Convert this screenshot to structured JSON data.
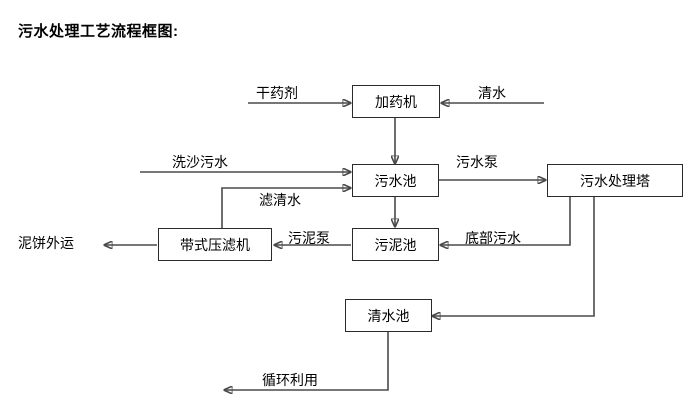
{
  "diagram": {
    "title": "污水处理工艺流程框图:",
    "type": "flowchart",
    "nodes": [
      {
        "id": "dosing_machine",
        "label": "加药机"
      },
      {
        "id": "sewage_pool",
        "label": "污水池"
      },
      {
        "id": "treatment_tower",
        "label": "污水处理塔"
      },
      {
        "id": "sludge_pool",
        "label": "污泥池"
      },
      {
        "id": "belt_press",
        "label": "带式压滤机"
      },
      {
        "id": "clean_water_pool",
        "label": "清水池"
      }
    ],
    "terminals": [
      {
        "id": "dry_agent",
        "label": "干药剂"
      },
      {
        "id": "clean_water_in",
        "label": "清水"
      },
      {
        "id": "sand_wash_water",
        "label": "洗沙污水"
      },
      {
        "id": "mud_cake_out",
        "label": "泥饼外运"
      }
    ],
    "edge_labels": [
      {
        "id": "sewage_pump",
        "label": "污水泵"
      },
      {
        "id": "filtrate_water",
        "label": "滤清水"
      },
      {
        "id": "sludge_pump",
        "label": "污泥泵"
      },
      {
        "id": "bottom_sewage",
        "label": "底部污水"
      },
      {
        "id": "recycle_use",
        "label": "循环利用"
      }
    ],
    "colors": {
      "background": "#ffffff",
      "box_border": "#2b2b2b",
      "wire": "#4a4a4a",
      "text": "#000000"
    }
  }
}
